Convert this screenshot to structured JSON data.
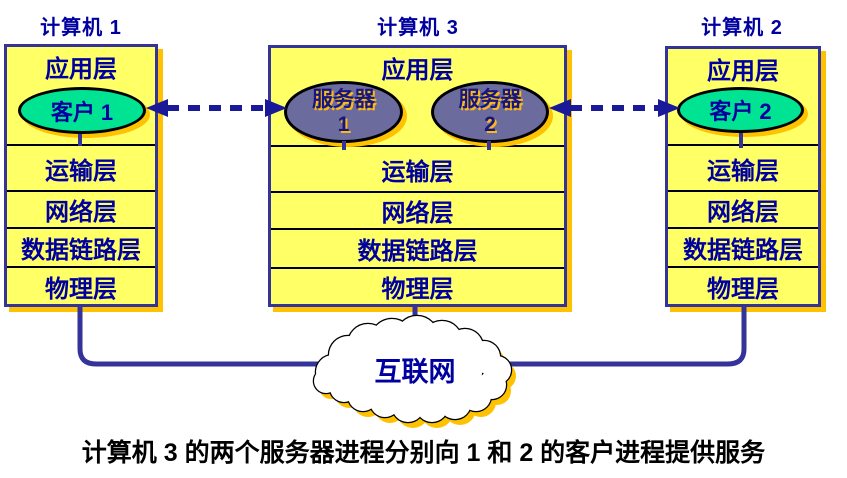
{
  "colors": {
    "box_fill": "#FFFF66",
    "box_border": "#333399",
    "drop_shadow": "#FFC200",
    "layer_text": "#0000A0",
    "connection_line": "#333399",
    "dashed_arrow": "#1A1A99",
    "client_ellipse_fill": "#00E392",
    "server_ellipse_fill": "#6B6B9E",
    "cloud_fill": "#FFFFFF",
    "cloud_outline": "#000000",
    "caption_text": "#000000"
  },
  "computers": [
    {
      "title": "计算机 1",
      "layers": [
        "应用层",
        "运输层",
        "网络层",
        "数据链路层",
        "物理层"
      ],
      "process": {
        "label": "客户 1"
      }
    },
    {
      "title": "计算机 3",
      "layers": [
        "应用层",
        "运输层",
        "网络层",
        "数据链路层",
        "物理层"
      ],
      "servers": [
        {
          "name": "服务器",
          "number": "1"
        },
        {
          "name": "服务器",
          "number": "2"
        }
      ]
    },
    {
      "title": "计算机 2",
      "layers": [
        "应用层",
        "运输层",
        "网络层",
        "数据链路层",
        "物理层"
      ],
      "process": {
        "label": "客户 2"
      }
    }
  ],
  "cloud": {
    "label": "互联网"
  },
  "caption": {
    "text": "计算机 3 的两个服务器进程分别向 1 和 2 的客户进程提供服务"
  }
}
